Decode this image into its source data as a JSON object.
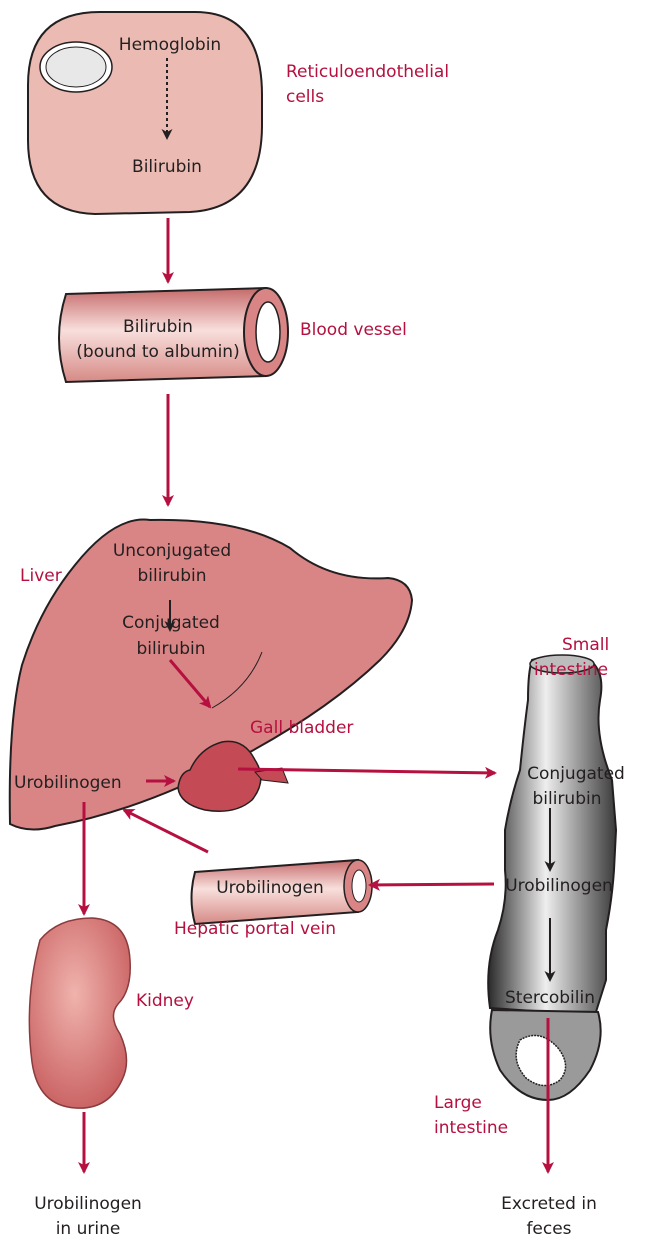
{
  "colors": {
    "accent": "#b5103f",
    "organ_fill": "#d98585",
    "cell_fill": "#ebbbb3",
    "text": "#231f20"
  },
  "labels": {
    "hemoglobin": "Hemoglobin",
    "bilirubin_cell": "Bilirubin",
    "reticuloendothelial_1": "Reticuloendothelial",
    "reticuloendothelial_2": "cells",
    "vessel_bilirubin": "Bilirubin",
    "vessel_albumin": "(bound to albumin)",
    "blood_vessel": "Blood vessel",
    "liver": "Liver",
    "unconjugated_1": "Unconjugated",
    "unconjugated_2": "bilirubin",
    "conjugated_liver_1": "Conjugated",
    "conjugated_liver_2": "bilirubin",
    "gall_bladder": "Gall bladder",
    "urobilinogen_liver": "Urobilinogen",
    "small_intestine_1": "Small",
    "small_intestine_2": "intestine",
    "conjugated_int_1": "Conjugated",
    "conjugated_int_2": "bilirubin",
    "urobilinogen_portal": "Urobilinogen",
    "hepatic_portal_vein": "Hepatic portal vein",
    "urobilinogen_int": "Urobilinogen",
    "kidney": "Kidney",
    "stercobilin": "Stercobilin",
    "large_intestine_1": "Large",
    "large_intestine_2": "intestine",
    "urine_1": "Urobilinogen",
    "urine_2": "in urine",
    "feces_1": "Excreted in",
    "feces_2": "feces"
  }
}
